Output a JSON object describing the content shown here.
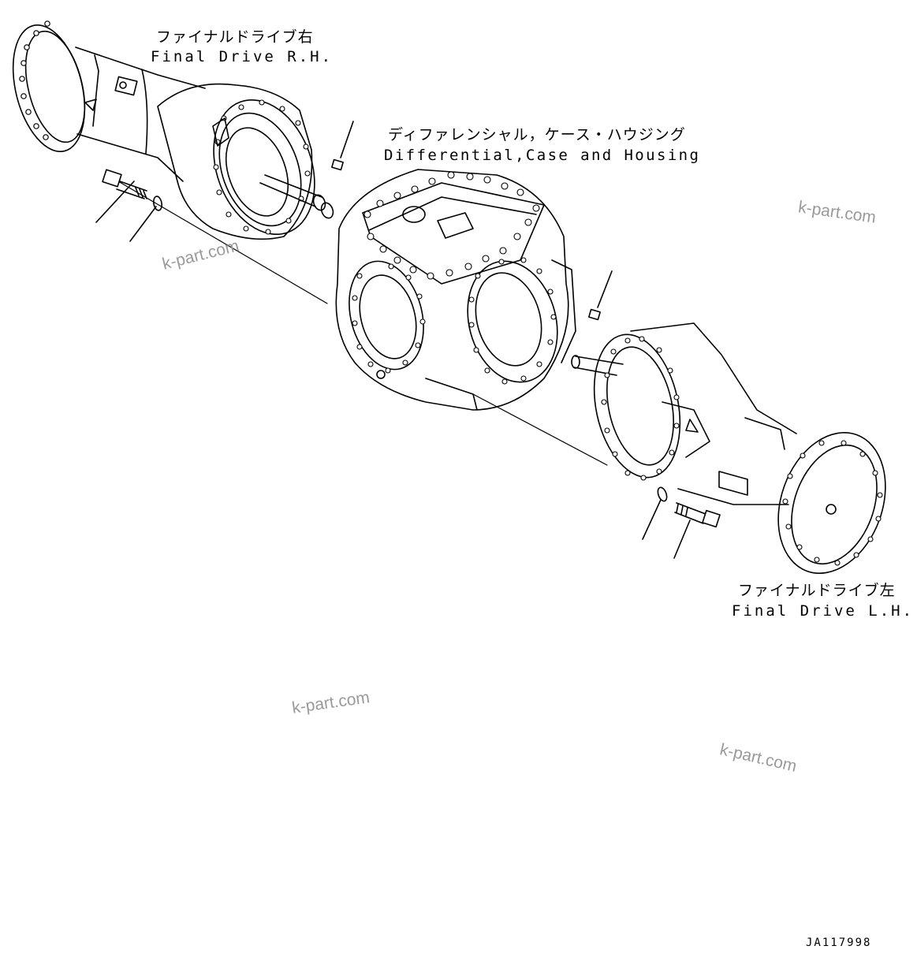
{
  "labels": {
    "final_drive_rh": {
      "jp": "ファイナルドライブ右",
      "en": "Final Drive R.H."
    },
    "differential": {
      "jp": "ディファレンシャル，ケース・ハウジング",
      "en": "Differential,Case and Housing"
    },
    "final_drive_lh": {
      "jp": "ファイナルドライブ左",
      "en": "Final Drive L.H."
    }
  },
  "watermarks": [
    "k-part.com",
    "k-part.com",
    "k-part.com",
    "k-part.com"
  ],
  "document_id": "JA117998",
  "colors": {
    "line": "#000000",
    "watermark": "#9a9a9a",
    "background": "#ffffff"
  }
}
